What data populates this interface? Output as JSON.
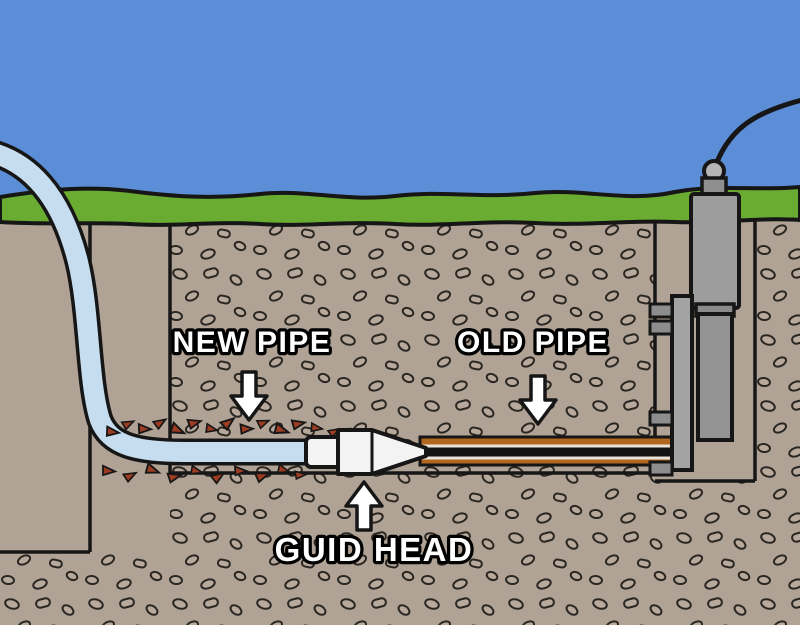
{
  "diagram": {
    "type": "illustration",
    "subject": "trenchless pipe bursting cross-section",
    "labels": {
      "new_pipe": "NEW PIPE",
      "old_pipe": "OLD PIPE",
      "guide_head": "GUID HEAD"
    },
    "colors": {
      "sky": "#5b8ed6",
      "grass": "#6aab31",
      "soil": "#b0a294",
      "pebble": "#b7aa9c",
      "new_pipe": "#c5ddee",
      "old_pipe": "#b2671f",
      "pull_rod": "#131313",
      "rubble": "#9c3c22",
      "machine_gray": "#9d9d9d",
      "outline": "#161616",
      "label_fill": "#ffffff",
      "label_outline": "#000000"
    }
  }
}
